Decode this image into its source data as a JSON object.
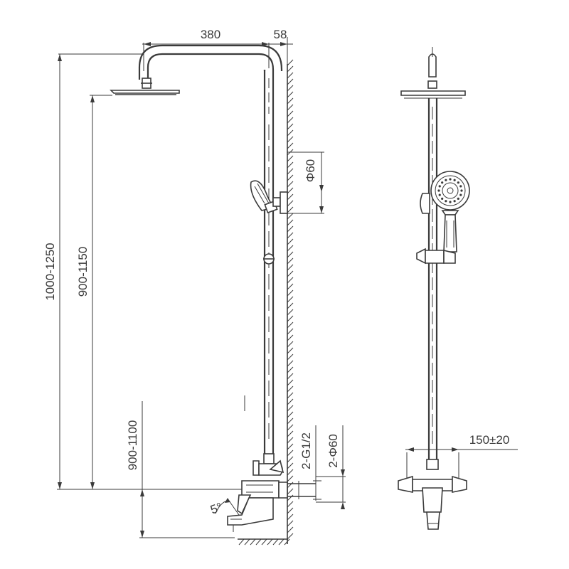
{
  "dimensions": {
    "arm_length": "380",
    "wall_offset": "58",
    "overall_height": "1000-1250",
    "head_height": "900-1150",
    "mixer_height": "900-1100",
    "bracket_dia": "Φ60",
    "inlet_thread": "2-G1/2",
    "inlet_dia": "2-Φ60",
    "spout_angle": "5°",
    "inlet_centers": "150±20"
  },
  "colors": {
    "line": "#3a3a3a",
    "background": "#ffffff"
  }
}
